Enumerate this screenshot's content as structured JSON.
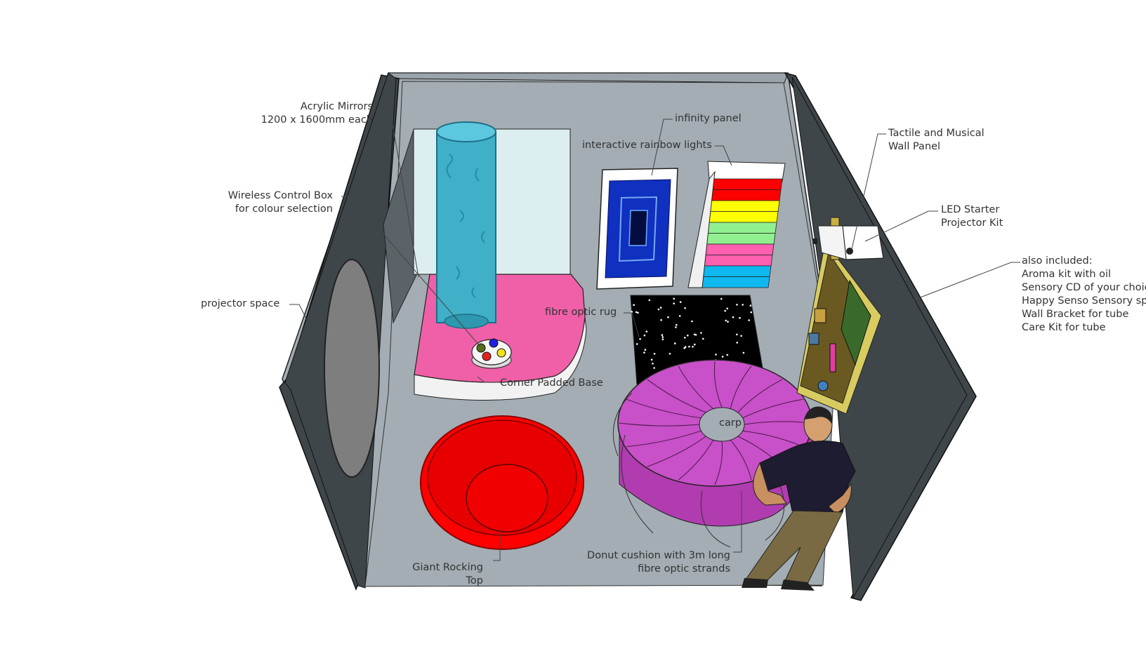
{
  "labels": {
    "acrylic_mirrors": [
      "Acrylic Mirrors",
      "1200 x 1600mm each"
    ],
    "wireless_control": [
      "Wireless Control Box",
      "for colour selection"
    ],
    "projector_space": "projector space",
    "infinity_panel": "infinity panel",
    "rainbow_lights": "interactive rainbow lights",
    "tactile_panel": [
      "Tactile and Musical",
      "Wall Panel"
    ],
    "led_projector": [
      "LED Starter",
      "Projector Kit"
    ],
    "also_included": [
      "also included:",
      "Aroma kit with oil",
      "Sensory CD of your choice",
      "Happy Senso Sensory spray",
      "Wall Bracket for tube",
      "Care Kit for tube"
    ],
    "fibre_rug": "fibre optic rug",
    "corner_base": "Corner Padded Base",
    "carpet": "carp",
    "rocking_top": [
      "Giant Rocking",
      "Top"
    ],
    "donut": [
      "Donut cushion with 3m long",
      "fibre optic strands"
    ]
  },
  "colors": {
    "floor": "#a3adb3",
    "wall_dark": "#3f464a",
    "tube": "#3fb0c8",
    "base": "#f060a8",
    "rocking_top": "#ff0000",
    "donut": "#c850c8",
    "rainbow": [
      "#ff0000",
      "#ff0000",
      "#ffff00",
      "#ffff00",
      "#90f090",
      "#90f090",
      "#ff60b0",
      "#ff60b0",
      "#10b8f0",
      "#10b8f0"
    ]
  },
  "control_box_buttons": [
    "#5a6a20",
    "#2020e0",
    "#e02020",
    "#f0e020"
  ]
}
